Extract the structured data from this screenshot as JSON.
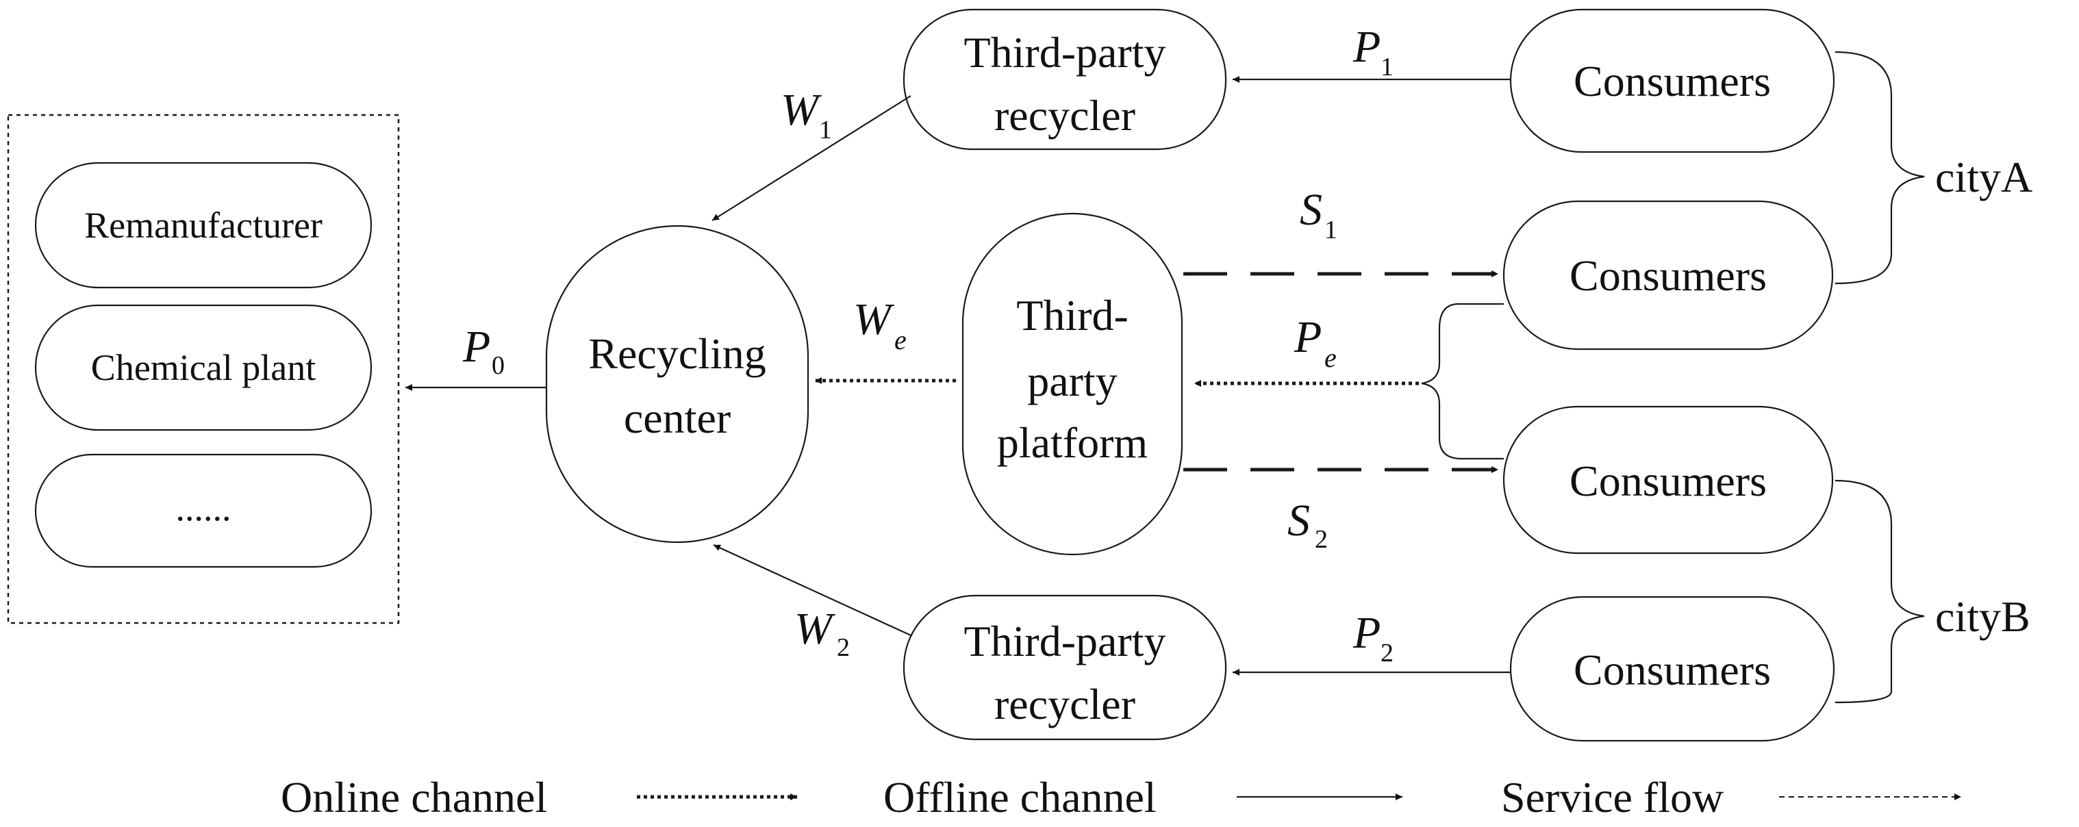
{
  "nodes": {
    "remanufacturer": "Remanufacturer",
    "chemical_plant": "Chemical plant",
    "ellipsis": "......",
    "recycling_center": [
      "Recycling",
      "center"
    ],
    "recycler_top": [
      "Third-party",
      "recycler"
    ],
    "recycler_bottom": [
      "Third-party",
      "recycler"
    ],
    "platform": [
      "Third-",
      "party",
      "platform"
    ],
    "consumers_1": "Consumers",
    "consumers_2": "Consumers",
    "consumers_3": "Consumers",
    "consumers_4": "Consumers"
  },
  "groups": {
    "city_a": "cityA",
    "city_b": "cityB"
  },
  "flows": {
    "p0": {
      "base": "P",
      "sub": "0"
    },
    "p1": {
      "base": "P",
      "sub": "1"
    },
    "p2": {
      "base": "P",
      "sub": "2"
    },
    "pe": {
      "base": "P",
      "sub": "e"
    },
    "w1": {
      "base": "W",
      "sub": "1"
    },
    "w2": {
      "base": "W",
      "sub": "2"
    },
    "we": {
      "base": "W",
      "sub": "e"
    },
    "s1": {
      "base": "S",
      "sub": "1"
    },
    "s2": {
      "base": "S",
      "sub": "2"
    }
  },
  "legend": {
    "online": "Online channel",
    "offline": "Offline channel",
    "service": "Service flow"
  }
}
